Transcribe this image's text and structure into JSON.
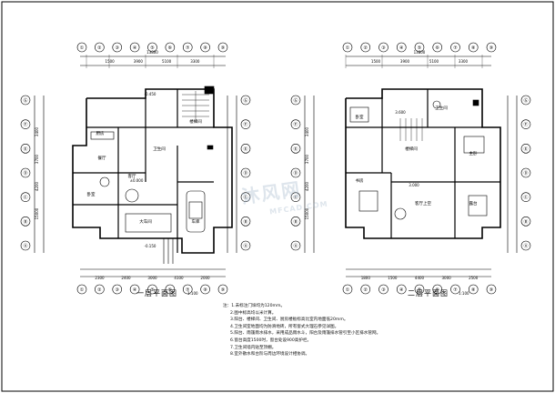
{
  "plans": [
    {
      "id": "first-floor",
      "title": "一层平面图",
      "scale": "1:100",
      "top_axes": [
        "①",
        "②",
        "③",
        "④",
        "⑤",
        "⑥",
        "⑦",
        "⑧",
        "⑨"
      ],
      "left_axes": [
        "Ⓐ",
        "Ⓑ",
        "Ⓒ",
        "Ⓓ",
        "Ⓔ",
        "Ⓕ",
        "Ⓖ"
      ],
      "overall_dim": "13800",
      "top_dims": [
        "1500",
        "3900",
        "5100",
        "3300"
      ],
      "bottom_dims": [
        "2300",
        "2400",
        "3000",
        "4100",
        "2000"
      ],
      "left_dims": [
        "3400",
        "3700",
        "4200",
        "15000"
      ],
      "rooms": [
        "车库",
        "客厅",
        "餐厅",
        "厨房",
        "卧室",
        "卫生间",
        "楼梯间",
        "大车间"
      ],
      "levels": [
        "-0.450",
        "±0.000",
        "-0.150"
      ]
    },
    {
      "id": "second-floor",
      "title": "二层平面图",
      "scale": "1:100",
      "top_axes": [
        "①",
        "②",
        "③",
        "④",
        "⑤",
        "⑥",
        "⑦",
        "⑧",
        "⑨"
      ],
      "left_axes": [
        "Ⓐ",
        "Ⓑ",
        "Ⓒ",
        "Ⓓ",
        "Ⓔ",
        "Ⓕ",
        "Ⓖ"
      ],
      "overall_dim": "13800",
      "top_dims": [
        "1500",
        "3900",
        "5100",
        "3300"
      ],
      "bottom_dims": [
        "1800",
        "1500",
        "4400",
        "3000",
        "2500"
      ],
      "left_dims": [
        "3400",
        "3700",
        "4200",
        "15000"
      ],
      "rooms": [
        "卧室",
        "书房",
        "主卧",
        "卫生间",
        "露台",
        "楼梯间",
        "客厅上空"
      ],
      "levels": [
        "3.000",
        "3.600"
      ]
    }
  ],
  "notes": [
    "注：1.未标注门垛均为120mm。",
    "2.图中标高均以米计算。",
    "3.阳台、楼梯间、卫生间、厨房楼板标高比室内地面低20mm。",
    "4.卫生间室地面均为防滑地砖，所有窗式大理石参见详图。",
    "5.阳台、雨篷雨水排水，采用成品雨水斗，阳台及雨篷排水管引至小区排水管网。",
    "6.窗台高度1500时，窗台处设900高护栏。",
    "7.卫生间墙内贴至顶棚。",
    "8.室外散水和台阶与周边环境设计相协调。"
  ],
  "watermark": "沐风网",
  "watermark_sub": "MFCAD.COM"
}
